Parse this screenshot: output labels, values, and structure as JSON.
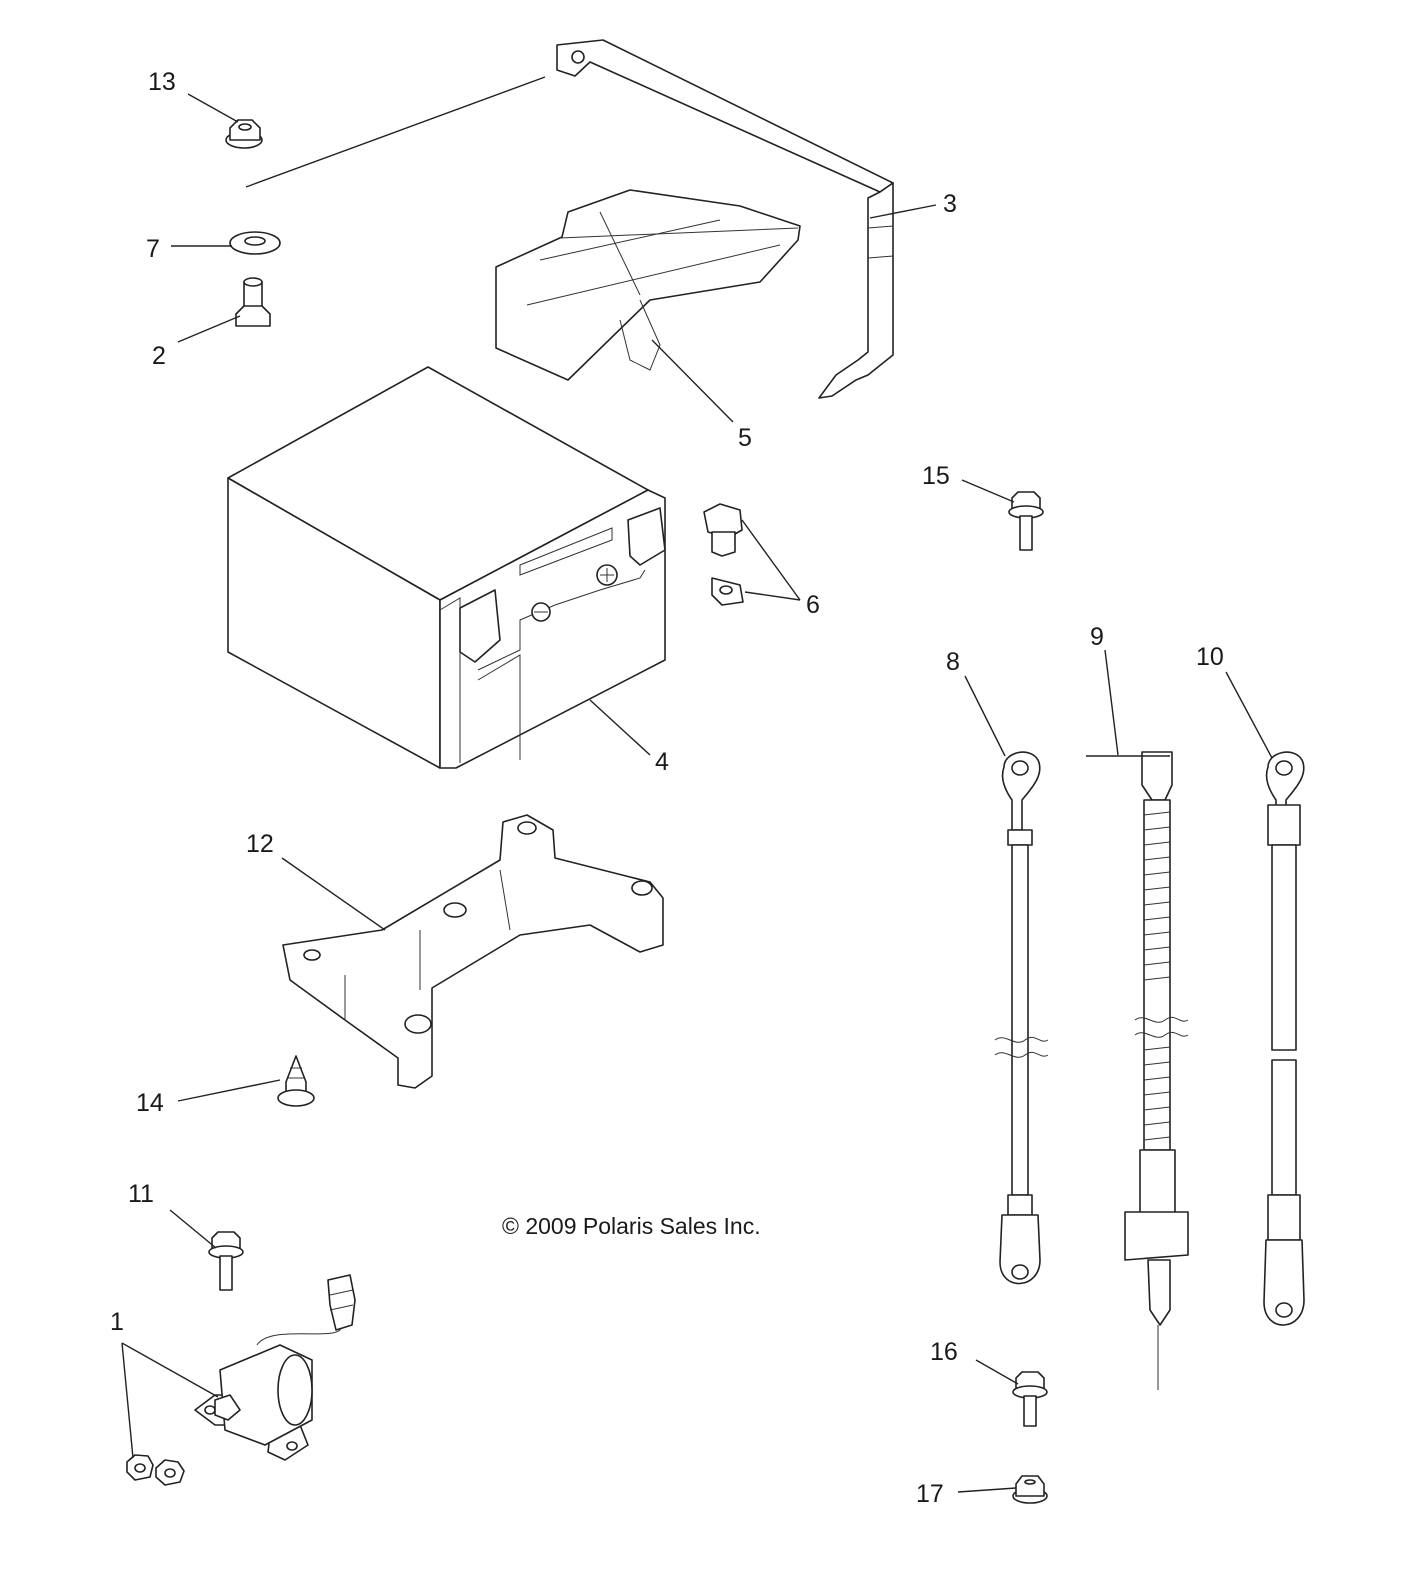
{
  "callouts": [
    {
      "id": "c1",
      "label": "1"
    },
    {
      "id": "c2",
      "label": "2"
    },
    {
      "id": "c3",
      "label": "3"
    },
    {
      "id": "c4",
      "label": "4"
    },
    {
      "id": "c5",
      "label": "5"
    },
    {
      "id": "c6",
      "label": "6"
    },
    {
      "id": "c7",
      "label": "7"
    },
    {
      "id": "c8",
      "label": "8"
    },
    {
      "id": "c9",
      "label": "9"
    },
    {
      "id": "c10",
      "label": "10"
    },
    {
      "id": "c11",
      "label": "11"
    },
    {
      "id": "c12",
      "label": "12"
    },
    {
      "id": "c13",
      "label": "13"
    },
    {
      "id": "c14",
      "label": "14"
    },
    {
      "id": "c15",
      "label": "15"
    },
    {
      "id": "c16",
      "label": "16"
    },
    {
      "id": "c17",
      "label": "17"
    }
  ],
  "copyright": "© 2009 Polaris Sales Inc."
}
